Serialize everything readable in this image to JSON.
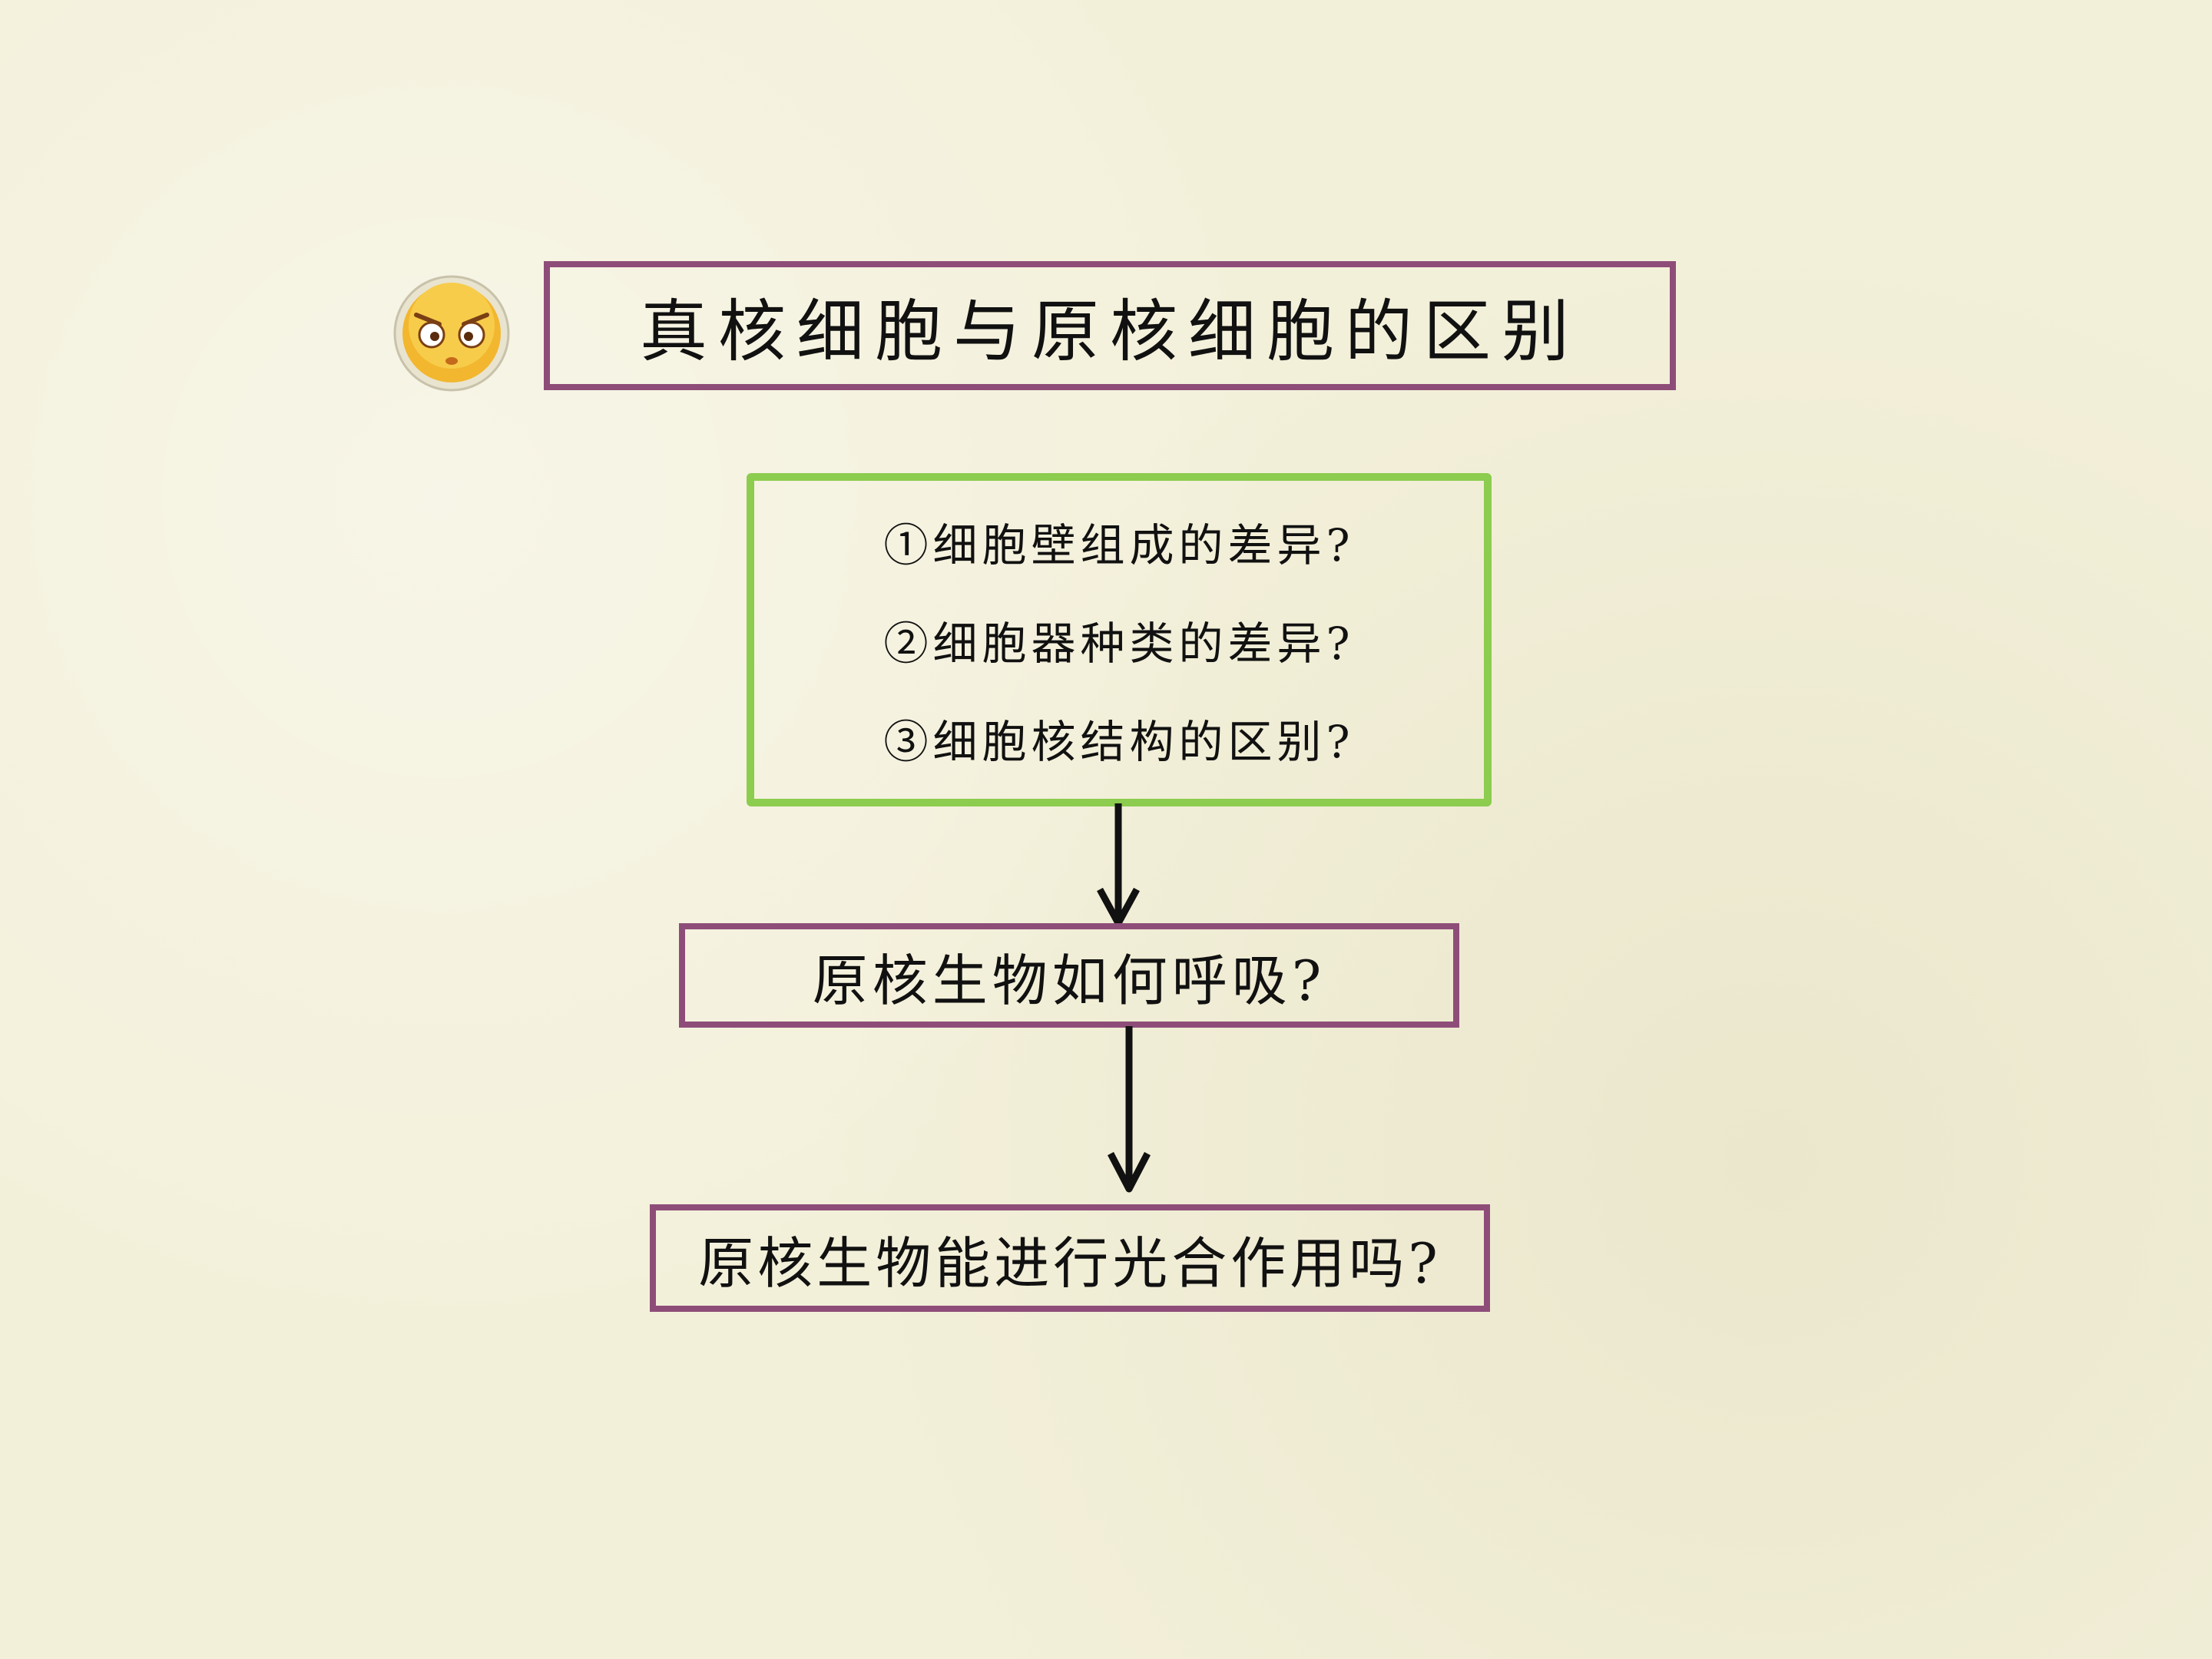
{
  "title": "真核细胞与原核细胞的区别",
  "questions": [
    "①细胞壁组成的差异?",
    "②细胞器种类的差异?",
    "③细胞核结构的区别?"
  ],
  "respiration_question": "原核生物如何呼吸?",
  "photosynthesis_question": "原核生物能进行光合作用吗?",
  "colors": {
    "box_border": "#8e4d78",
    "question_border": "#8ccc4e",
    "background": "#f3f0da"
  },
  "icons": [
    "emoticon-face-icon"
  ]
}
